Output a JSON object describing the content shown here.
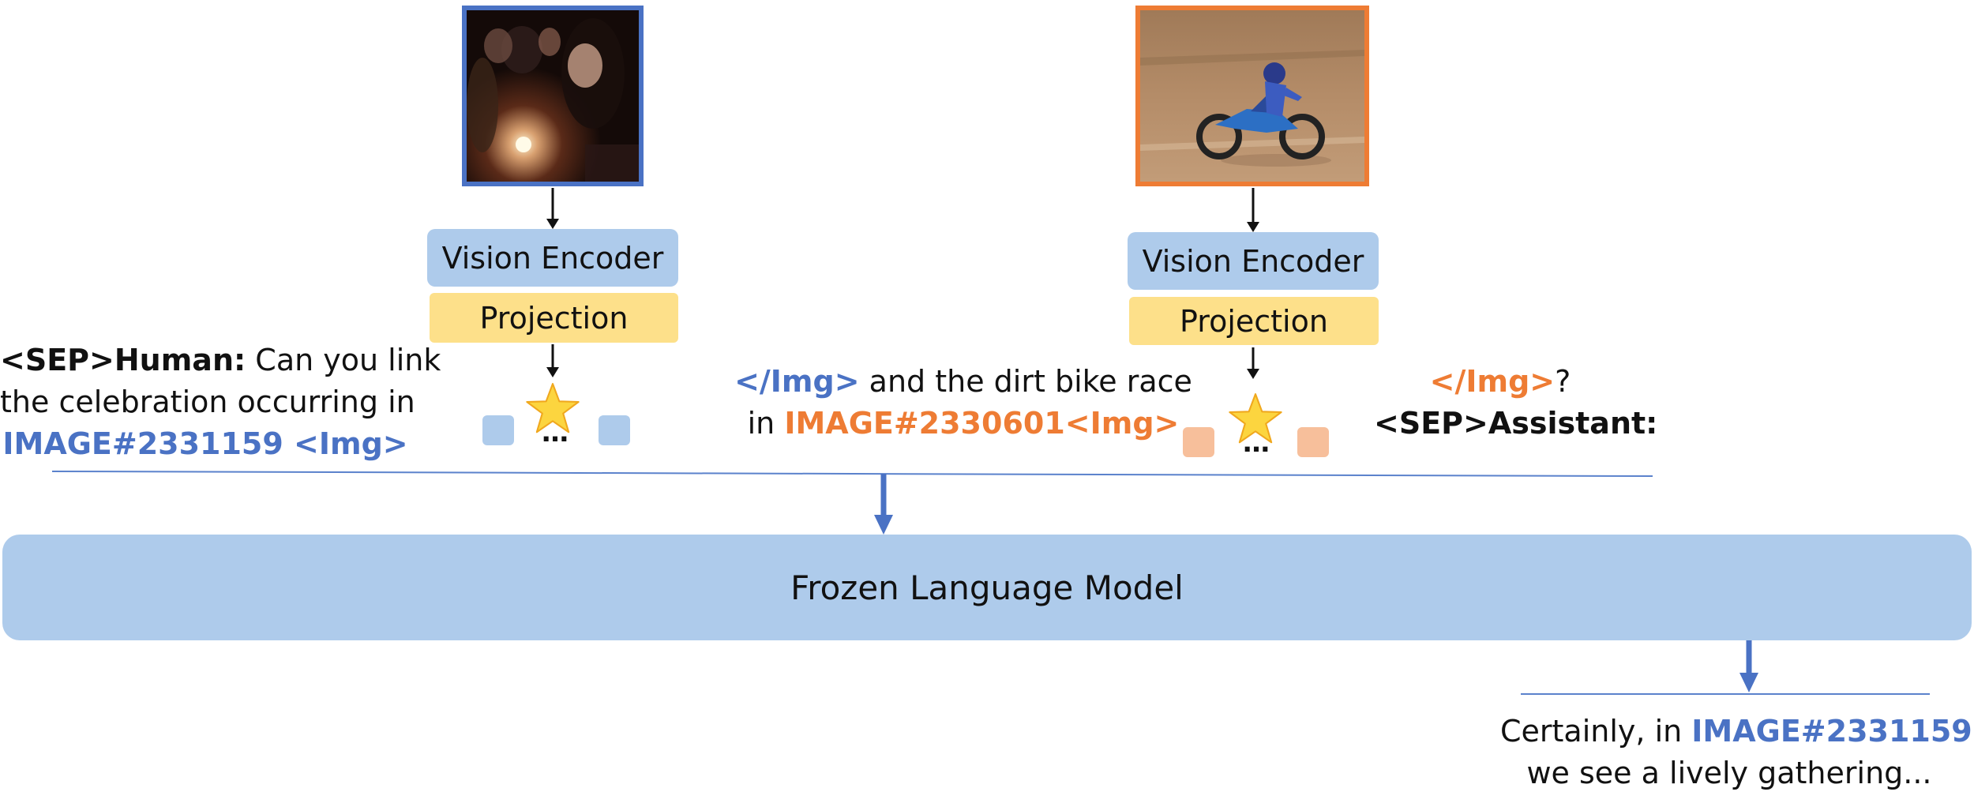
{
  "left_branch": {
    "encoder_label": "Vision Encoder",
    "projection_label": "Projection",
    "dots": "…",
    "color": "#4a72c4"
  },
  "right_branch": {
    "encoder_label": "Vision Encoder",
    "projection_label": "Projection",
    "dots": "…",
    "color": "#ee7c34"
  },
  "human_text": {
    "sep_tag": "<SEP>Human:",
    "line1_rest": " Can you link",
    "line2": "the celebration occurring in",
    "image_ref": "IMAGE#2331159 <Img>"
  },
  "middle_text": {
    "close_tag": "</Img>",
    "line1_rest": " and the dirt bike race",
    "line2_prefix": "in ",
    "image_ref": "IMAGE#2330601<Img>"
  },
  "right_text": {
    "close_tag": "</Img>",
    "question_mark": "?",
    "assistant_tag": "<SEP>Assistant:"
  },
  "model_label": "Frozen Language Model",
  "output_text": {
    "line1_prefix": "Certainly, in ",
    "image_ref": "IMAGE#2331159",
    "line1_suffix": ",",
    "line2": "we see a lively gathering..."
  },
  "colors": {
    "blue_accent": "#4a72c4",
    "orange_accent": "#ee7c34",
    "encoder_fill": "#aecbeb",
    "projection_fill": "#fde08a",
    "model_fill": "#aecbeb",
    "star": "#fcd53f"
  }
}
